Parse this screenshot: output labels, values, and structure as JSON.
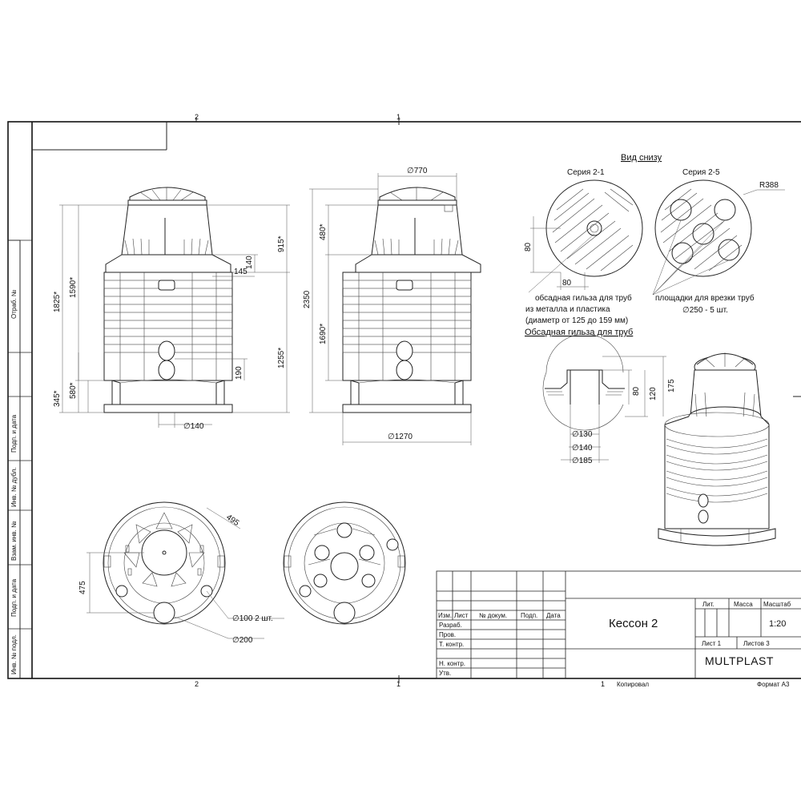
{
  "sheet": {
    "zone_top_left": "2",
    "zone_top_center": "1",
    "zone_bottom_left": "2",
    "zone_bottom_center": "1",
    "zone_bottom_right": "1"
  },
  "side_stamp": {
    "labels": [
      "Отраб. №",
      "Подп. и дата",
      "Инв. № дубл.",
      "Взам. инв. №",
      "Подп. и дата",
      "Инв. № подл."
    ]
  },
  "front_view_1": {
    "dims": [
      "1825*",
      "1590*",
      "915*",
      "140",
      "145",
      "1255*",
      "190",
      "580*",
      "345*",
      "∅140"
    ]
  },
  "front_view_2": {
    "dims": [
      "∅770",
      "480*",
      "2350",
      "1690*",
      "∅1270"
    ]
  },
  "top_view": {
    "dims": [
      "495",
      "475",
      "∅100 2 шт.",
      "∅200"
    ]
  },
  "bottom_view": {
    "title": "Вид снизу",
    "series_1": "Серия 2-1",
    "series_2": "Серия 2-5",
    "dim_80_v": "80",
    "dim_80_h": "80",
    "radius": "R388",
    "note_sleeve_1": "обсадная гильза для труб",
    "note_sleeve_2": "из металла и пластика",
    "note_sleeve_3": "(диаметр от 125 до 159 мм)",
    "note_pads_1": "площадки для врезки труб",
    "note_pads_2": "∅250 - 5 шт."
  },
  "sleeve_detail": {
    "title": "Обсадная гильза для труб",
    "dims": [
      "80",
      "120",
      "175",
      "∅130",
      "∅140",
      "∅185"
    ]
  },
  "title_block": {
    "header": [
      "Изм.",
      "Лист",
      "№ докум.",
      "Подп.",
      "Дата"
    ],
    "roles": [
      "Разраб.",
      "Пров.",
      "Т. контр.",
      "",
      "Н. контр.",
      "Утв."
    ],
    "product_name": "Кессон 2",
    "col_lit": "Лит.",
    "col_mass": "Масса",
    "col_scale": "Масштаб",
    "scale": "1:20",
    "sheet": "Лист 1",
    "sheets": "Листов 3",
    "company": "MULTPLAST",
    "copied": "Копировал",
    "format": "Формат A3"
  }
}
